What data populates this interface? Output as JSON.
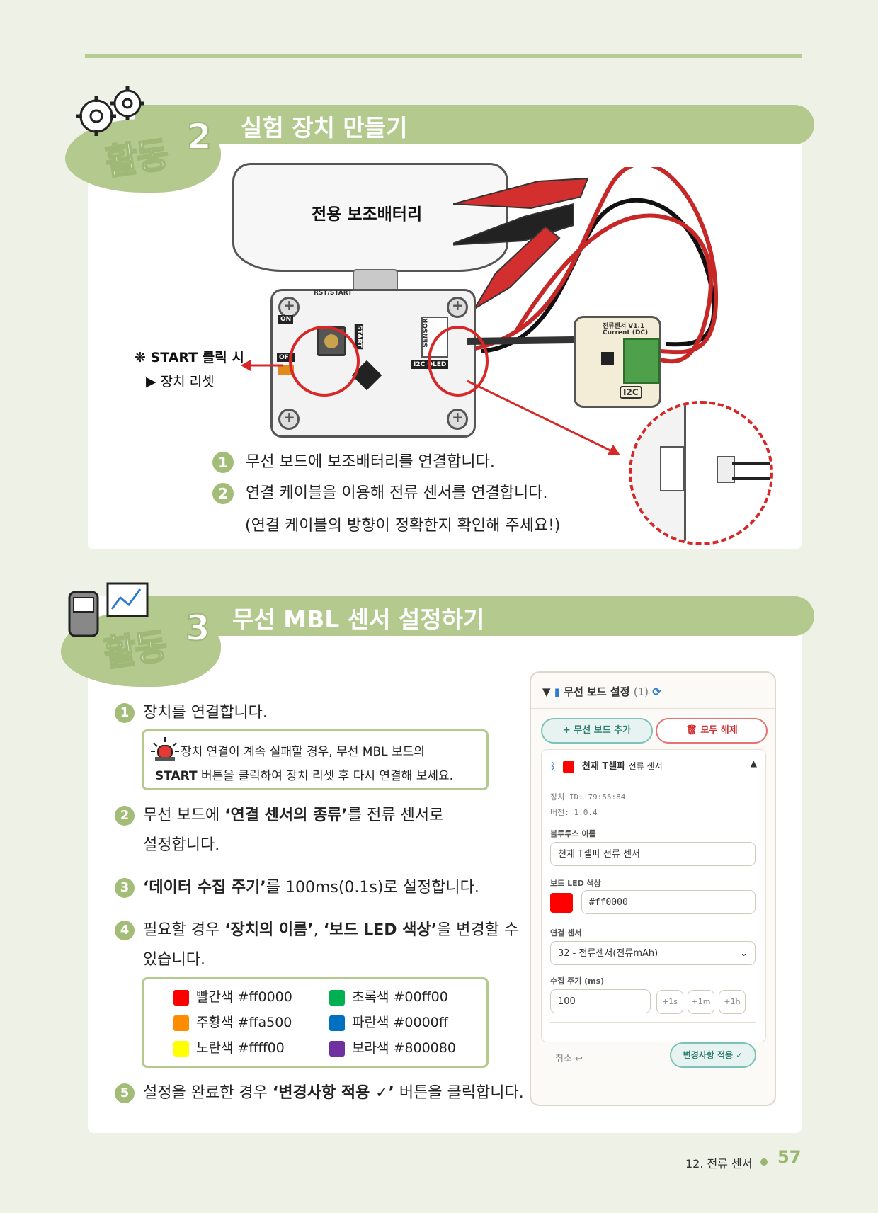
{
  "activity2": {
    "badge_word": "활동",
    "badge_num": "2",
    "title": "실험 장치 만들기",
    "battery_label": "전용 보조배터리",
    "start_note_1": "❋ START 클릭 시",
    "start_note_2": "▶ 장치 리셋",
    "steps": [
      {
        "num": "1",
        "text": "무선 보드에 보조배터리를 연결합니다."
      },
      {
        "num": "2",
        "text": "연결 케이블을 이용해 전류 센서를 연결합니다."
      }
    ],
    "note": "(연결 케이블의 방향이 정확한지 확인해 주세요!)",
    "board_labels": {
      "on": "ON",
      "off": "OFF",
      "start": "START",
      "sensor": "SENSOR",
      "i2c_oled": "I2C OLED",
      "rst_start": "RST/START"
    },
    "sensor_labels": {
      "name": "전류센서  V1.1",
      "sub": "Current (DC)",
      "i2c": "I2C"
    }
  },
  "activity3": {
    "badge_word": "활동",
    "badge_num": "3",
    "title": "무선 MBL 센서 설정하기",
    "step1": "장치를 연결합니다.",
    "warning_line1": "장치 연결이 계속 실패할 경우, 무선 MBL 보드의",
    "warning_line2_bold": "START",
    "warning_line2_rest": " 버튼을 클릭하여 장치 리셋 후 다시 연결해 보세요.",
    "step2_a": "무선 보드에 ",
    "step2_bold": "‘연결 센서의 종류’",
    "step2_b": "를 전류 센서로",
    "step2_c": "설정합니다.",
    "step3_bold": "‘데이터 수집 주기’",
    "step3_rest": "를 100ms(0.1s)로 설정합니다.",
    "step4_a": "필요할 경우 ",
    "step4_bold1": "‘장치의 이름’",
    "step4_sep": ", ",
    "step4_bold2": "‘보드 LED 색상’",
    "step4_b": "을 변경할 수",
    "step4_c": "있습니다.",
    "colors": [
      {
        "label": "빨간색 #ff0000",
        "hex": "#ff0000"
      },
      {
        "label": "초록색 #00ff00",
        "hex": "#00b050"
      },
      {
        "label": "주황색 #ffa500",
        "hex": "#ff8c00"
      },
      {
        "label": "파란색 #0000ff",
        "hex": "#0070c0"
      },
      {
        "label": "노란색 #ffff00",
        "hex": "#ffff00"
      },
      {
        "label": "보라색 #800080",
        "hex": "#7030a0"
      }
    ],
    "step5_a": "설정을 완료한 경우 ",
    "step5_bold": "‘변경사항 적용 ✓’",
    "step5_b": " 버튼을 클릭합니다.",
    "nums": [
      "1",
      "2",
      "3",
      "4",
      "5"
    ]
  },
  "settings_ui": {
    "header": "무선 보드 설정",
    "count": "(1)",
    "add_button": "+ 무선 보드 추가",
    "clear_button": "모두 해제",
    "device_name": "천재 T셀파",
    "device_type": "전류 센서",
    "device_id_label": "장치 ID:",
    "device_id": "79:55:84",
    "version_label": "버전:",
    "version": "1.0.4",
    "bt_name_label": "블루투스 이름",
    "bt_name_value": "천재 T셀파 전류 센서",
    "led_label": "보드 LED 색상",
    "led_value": "#ff0000",
    "sensor_label": "연결 센서",
    "sensor_value": "32 - 전류센서(전류mAh)",
    "period_label": "수집 주기 (ms)",
    "period_value": "100",
    "inc_buttons": [
      "+1s",
      "+1m",
      "+1h"
    ],
    "cancel": "취소 ↩",
    "apply": "변경사항 적용 ✓"
  },
  "footer": {
    "chapter": "12. 전류 센서",
    "page": "57"
  }
}
